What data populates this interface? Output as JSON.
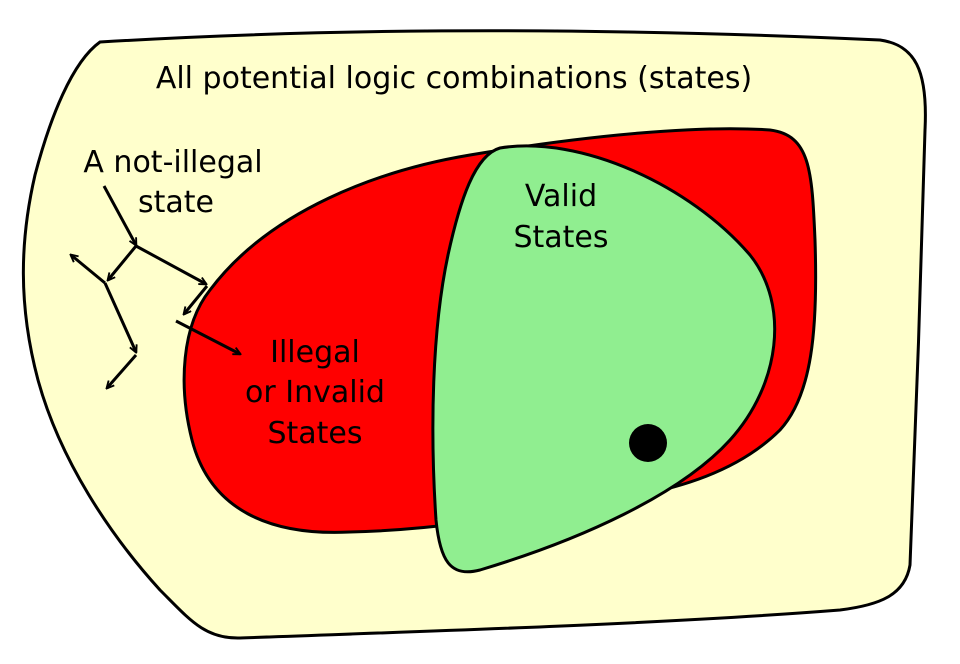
{
  "colors": {
    "outer_fill": "#ffffcc",
    "illegal_fill": "#ff0000",
    "valid_fill": "#90ee90",
    "stroke": "#000000",
    "marker": "#000000"
  },
  "outer_region": {
    "label": "All potential logic combinations (states)"
  },
  "not_illegal": {
    "label_line1": "A not-illegal",
    "label_line2": "state"
  },
  "illegal_region": {
    "label_line1": "Illegal",
    "label_line2": "or Invalid",
    "label_line3": "States"
  },
  "valid_region": {
    "label_line1": "Valid",
    "label_line2": "States"
  },
  "icons": {
    "state_marker": "filled-circle",
    "path_arrows": "arrow"
  }
}
